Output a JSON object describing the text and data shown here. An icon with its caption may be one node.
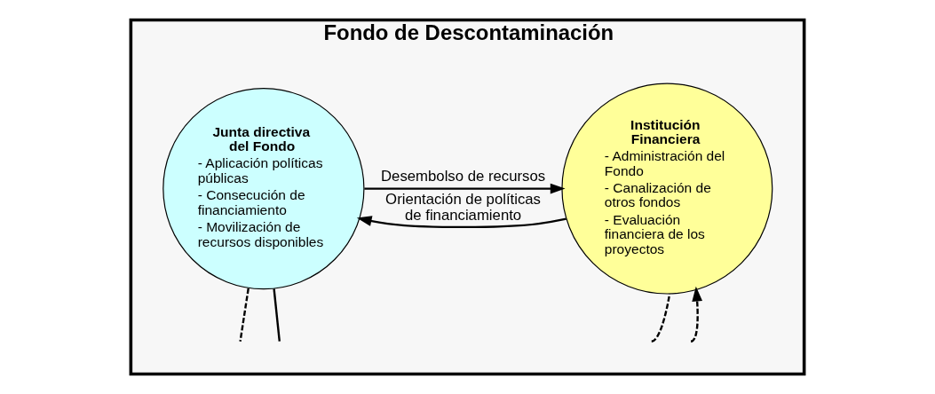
{
  "diagram": {
    "nodes": [
      {
        "text": [
          "Fondo de Descontaminación"
        ]
      },
      {
        "text": [
          "Junta directiva del Fondo",
          "- Aplicación políticas públicas",
          "- Consecución de financiamiento",
          "- Movilización de recursos disponibles"
        ],
        "in": 0
      },
      {
        "text": [
          "Institución Financiera",
          "- Administración del Fondo",
          "- Canalización de otros fondos",
          "- Evaluación financiera de los proyectos"
        ],
        "in": 0
      }
    ],
    "edges": [
      {
        "from": 2,
        "to": 1,
        "arrow": "to",
        "label": "Orientación de políticas de financiamiento"
      },
      {
        "from": 1,
        "to": 2,
        "arrow": "to",
        "label": "Desembolso de recursos"
      },
      {
        "from": 1,
        "to": null,
        "arrow": "none",
        "style": "dashed"
      },
      {
        "from": 1,
        "to": null,
        "arrow": "none"
      },
      {
        "from": null,
        "to": 2,
        "arrow": "none",
        "style": "dashed"
      },
      {
        "from": null,
        "to": 2,
        "arrow": "to",
        "style": "dashed"
      }
    ]
  }
}
